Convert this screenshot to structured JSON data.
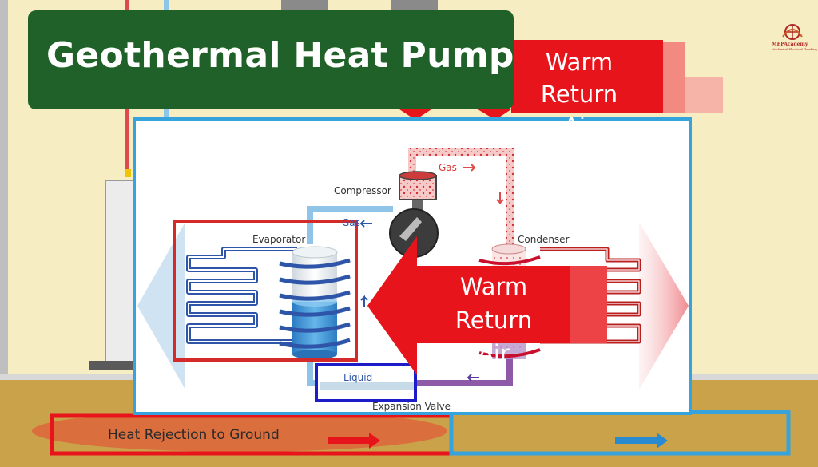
{
  "title": "Geothermal Heat Pump",
  "warm_return_air_top": {
    "line1": "Warm Return",
    "line2": "Air"
  },
  "warm_return_air_center": {
    "line1": "Warm Return",
    "line2": "Air"
  },
  "labels": {
    "compressor": "Compressor",
    "gas_top": "Gas",
    "gas_left": "Gas",
    "evaporator": "Evaporator",
    "condenser": "Condenser",
    "liquid": "Liquid",
    "expansion_valve": "Expansion Valve"
  },
  "ground_label": "Heat Rejection to Ground",
  "logo": {
    "name": "MEPAcademy",
    "tagline": "Mechanical Electrical Plumbing"
  },
  "colors": {
    "background": "#f6eec2",
    "title_banner": "#1f6128",
    "warm_air_red": "#e8141b",
    "frame_blue": "#36a3dc",
    "evaporator_box": "#d42a2a",
    "liquid_box": "#1c1cc8",
    "ground": "#c9a24a"
  },
  "icons": [
    "warm-air-arrow-icon",
    "cold-air-arrow-icon",
    "compressor-icon",
    "evaporator-coil-icon",
    "condenser-coil-icon",
    "flow-arrow-icon",
    "logo-icon"
  ]
}
